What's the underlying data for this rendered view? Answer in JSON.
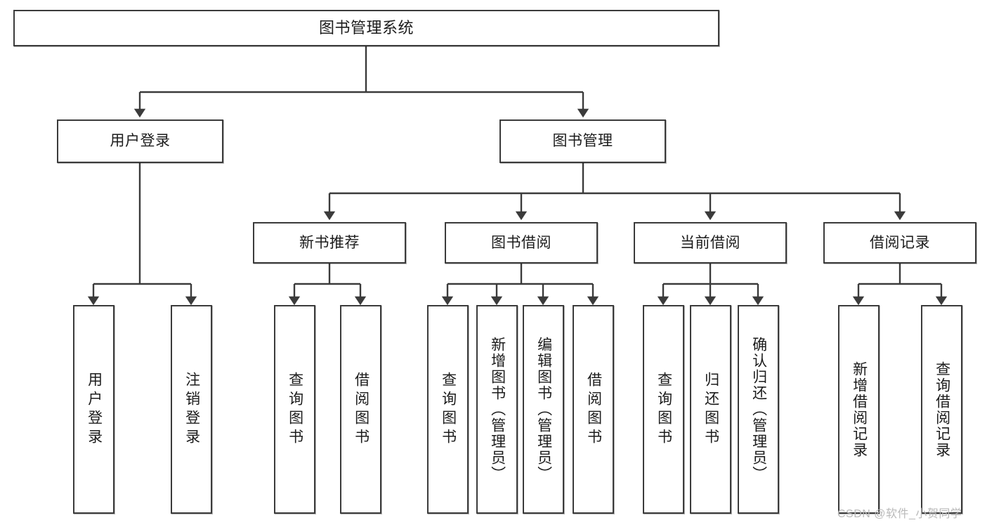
{
  "diagram": {
    "title": "图书管理系统",
    "type": "tree-hierarchy",
    "root": {
      "label": "图书管理系统"
    },
    "level2": [
      {
        "label": "用户登录"
      },
      {
        "label": "图书管理"
      }
    ],
    "level3": [
      {
        "label": "新书推荐"
      },
      {
        "label": "图书借阅"
      },
      {
        "label": "当前借阅"
      },
      {
        "label": "借阅记录"
      }
    ],
    "leaves": {
      "user_login": [
        {
          "label": "用户登录"
        },
        {
          "label": "注销登录"
        }
      ],
      "new_book_recommend": [
        {
          "label": "查询图书"
        },
        {
          "label": "借阅图书"
        }
      ],
      "book_borrow": [
        {
          "label": "查询图书"
        },
        {
          "label": "新增图书（管理员）"
        },
        {
          "label": "编辑图书（管理员）"
        },
        {
          "label": "借阅图书"
        }
      ],
      "current_borrow": [
        {
          "label": "查询图书"
        },
        {
          "label": "归还图书"
        },
        {
          "label": "确认归还（管理员）"
        }
      ],
      "borrow_record": [
        {
          "label": "新增借阅记录"
        },
        {
          "label": "查询借阅记录"
        }
      ]
    }
  },
  "watermark": {
    "text": "CSDN @软件_小贺同学"
  },
  "colors": {
    "stroke": "#3b3b3b",
    "text": "#1c1c1c",
    "background": "#ffffff",
    "watermark": "#b9b9b9"
  }
}
